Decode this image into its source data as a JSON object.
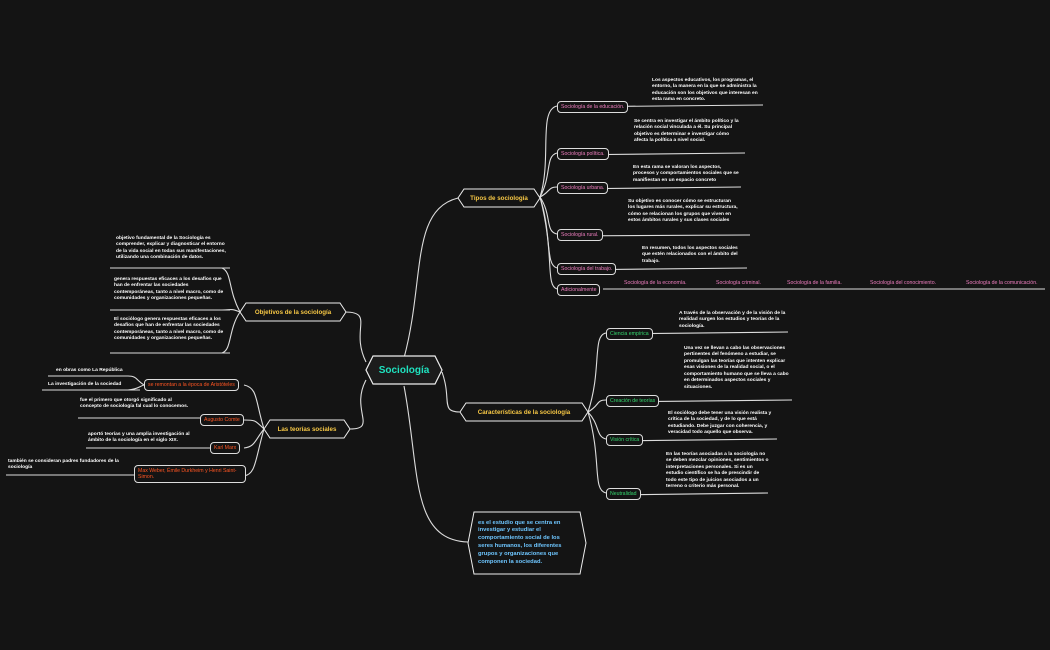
{
  "root": {
    "label": "Sociología"
  },
  "tipos": {
    "label": "Tipos de sociología",
    "items": [
      {
        "label": "Sociología de la educación.",
        "note": "Los aspectos educativos, los programas, el entorno, la manera en la que se administra la educación son los objetivos que interesan en esta rama en concreto."
      },
      {
        "label": "Sociología política.",
        "note": "Se centra en investigar el ámbito político y la relación social vinculada a él. Su principal objetivo es determinar e investigar cómo afecta la política a nivel social."
      },
      {
        "label": "Sociología urbana.",
        "note": "En esta rama se valoran los aspectos, procesos y comportamientos sociales que se manifiestan en un espacio concreto"
      },
      {
        "label": "Sociología rural.",
        "note": "Su objetivo es conocer cómo se estructuran los lugares más rurales, explicar su estructura, cómo se relacionan los grupos que viven en estos ámbitos rurales y sus clases sociales"
      },
      {
        "label": "Sociología del trabajo.",
        "note": "En resumen, todos los aspectos sociales que estén relacionados con el ámbito del trabajo."
      }
    ],
    "adicional": {
      "label": "Adicionalmente",
      "items": [
        "Sociología de la economía.",
        "Sociología criminal.",
        "Sociología de la familia.",
        "Sociología del conocimiento.",
        "Sociología de la comunicación."
      ]
    }
  },
  "caracteristicas": {
    "label": "Características de la sociología",
    "items": [
      {
        "label": "Ciencia empírica",
        "note": "A través de la observación y de la visión de la realidad surgen los estudios y teorías de la sociología."
      },
      {
        "label": "Creación de teorías",
        "note": "Una vez se llevan a cabo las observaciones pertinentes del fenómeno a estudiar, se promulgan las teorías que intenten explicar esas visiones de la realidad social, o el comportamiento humano que se lleva a cabo en determinados aspectos sociales y situaciones."
      },
      {
        "label": "Visión crítica",
        "note": "El sociólogo debe tener una visión realista y crítica de la sociedad, y de lo que está estudiando. Debe juzgar con coherencia, y veracidad todo aquello que observa."
      },
      {
        "label": "Neutralidad",
        "note": "En las teorías asociadas a la sociología no se deben mezclar opiniones, sentimientos o interpretaciones personales. Si es un estudio científico se ha de prescindir de todo este tipo de juicios asociados a un terreno o criterio más personal."
      }
    ]
  },
  "definicion": "es el estudio que se centra en investigar y estudiar el comportamiento social de los seres humanos, los diferentes grupos y organizaciones que componen la sociedad.",
  "objetivos": {
    "label": "Objetivos de la sociología",
    "notes": [
      "objetivo fundamental de la Sociología es comprender, explicar y diagnosticar el entorno de la vida social en todas sus manifestaciones, utilizando una combinación de datos.",
      "genera respuestas eficaces a los desafíos que han de enfrentar las sociedades contemporáneas, tanto a nivel macro, como de comunidades y organizaciones pequeñas.",
      "El sociólogo genera respuestas eficaces a los desafíos que han de enfrentar las sociedades contemporáneas, tanto a nivel macro, como de comunidades y organizaciones pequeñas."
    ]
  },
  "teorias": {
    "label": "Las teorías sociales",
    "items": [
      {
        "label": "se remontan a la época de Aristóteles",
        "notes": [
          "en obras como La República",
          "La investigación de la sociedad"
        ]
      },
      {
        "label": "Augusto Comte",
        "notes": [
          "fue el primero que otorgó significado al concepto de sociología fal cual lo conocemos."
        ]
      },
      {
        "label": "Karl Marx",
        "notes": [
          "aportó teorías y una amplia investigación al ámbito de la sociología en el siglo XIX."
        ]
      },
      {
        "label": "Max Weber, Émile Durkheim y Henri Saint-Simon.",
        "notes": [
          "también se consideran padres fundadores de la sociología"
        ]
      }
    ]
  },
  "colors": {
    "background": "#141414",
    "line": "#dddddd",
    "root_text": "#1fe3c0",
    "branch_text": "#f6c745",
    "tipos_text": "#f07fc0",
    "caracteristicas_text": "#35d66e",
    "teorias_text": "#ff5522",
    "definicion_text": "#6ec6ff"
  }
}
